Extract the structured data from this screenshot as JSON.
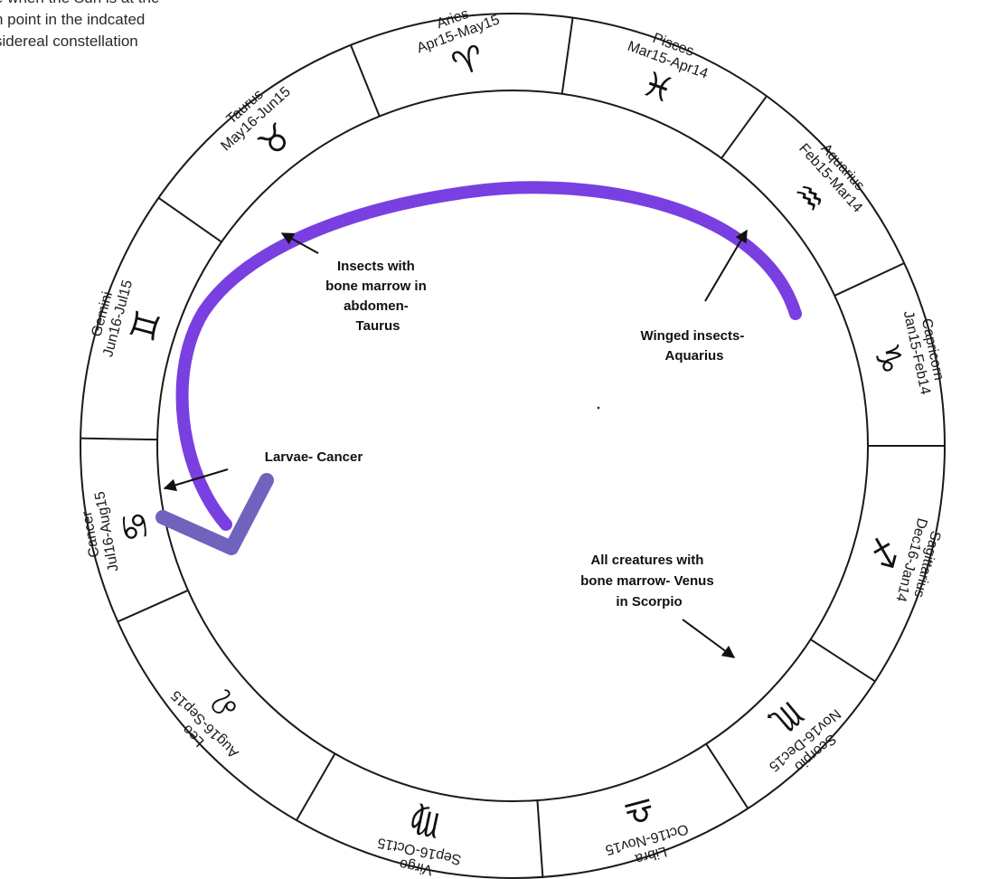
{
  "caption": {
    "lines": [
      "e when the Sun is at the",
      "h point in the indcated",
      "sidereal constellation"
    ]
  },
  "signs": [
    {
      "name": "Aries",
      "dates": "Apr15-May15",
      "glyph": "♈",
      "icon": "aries-glyph-icon"
    },
    {
      "name": "Pisces",
      "dates": "Mar15-Apr14",
      "glyph": "♓",
      "icon": "pisces-glyph-icon"
    },
    {
      "name": "Aquarius",
      "dates": "Feb15-Mar14",
      "glyph": "♒",
      "icon": "aquarius-glyph-icon"
    },
    {
      "name": "Capricorn",
      "dates": "Jan15-Feb14",
      "glyph": "♑",
      "icon": "capricorn-glyph-icon"
    },
    {
      "name": "Sagittarius",
      "dates": "Dec16-Jan14",
      "glyph": "♐",
      "icon": "sagittarius-glyph-icon"
    },
    {
      "name": "Scorpio",
      "dates": "Nov16-Dec15",
      "glyph": "♏",
      "icon": "scorpio-glyph-icon"
    },
    {
      "name": "Libra",
      "dates": "Oct16-Nov15",
      "glyph": "♎",
      "icon": "libra-glyph-icon"
    },
    {
      "name": "Virgo",
      "dates": "Sep16-Oct15",
      "glyph": "♍",
      "icon": "virgo-glyph-icon"
    },
    {
      "name": "Leo",
      "dates": "Aug16-Sep15",
      "glyph": "♌",
      "icon": "leo-glyph-icon"
    },
    {
      "name": "Cancer",
      "dates": "Jul16-Aug15",
      "glyph": "♋",
      "icon": "cancer-glyph-icon"
    },
    {
      "name": "Gemini",
      "dates": "Jun16-Jul15",
      "glyph": "♊",
      "icon": "gemini-glyph-icon"
    },
    {
      "name": "Taurus",
      "dates": "May16-Jun15",
      "glyph": "♉",
      "icon": "taurus-glyph-icon"
    }
  ],
  "annotations": {
    "taurus": [
      "Insects with",
      "bone marrow in",
      "abdomen-",
      "Taurus"
    ],
    "aquarius": [
      "Winged insects-",
      "Aquarius"
    ],
    "cancer": [
      "Larvae- Cancer"
    ],
    "scorpio": [
      "All creatures with",
      "bone marrow- Venus",
      "in Scorpio"
    ]
  },
  "colors": {
    "arc": "#7a3fe0",
    "arrowhead": "#6f63bd",
    "lines": "#1a1a1a"
  }
}
